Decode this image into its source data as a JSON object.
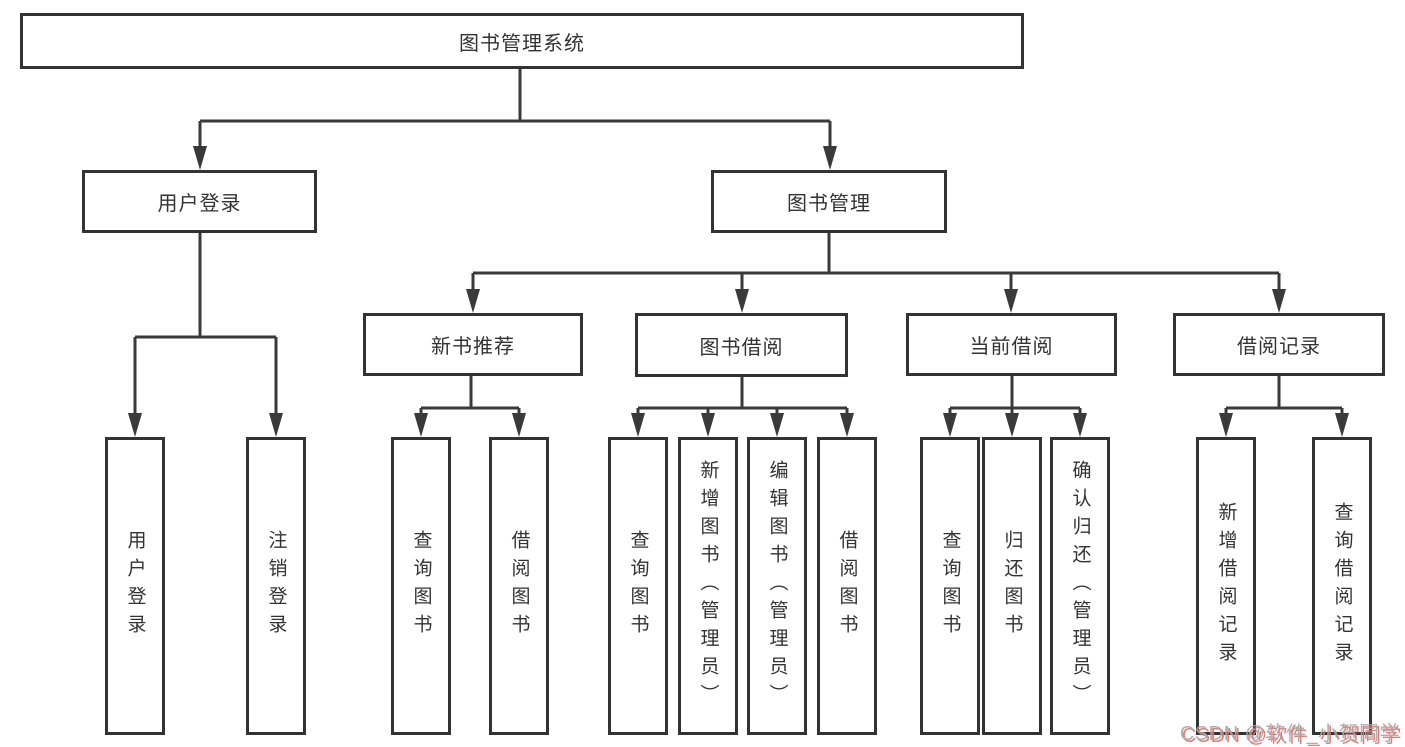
{
  "diagram": {
    "root": {
      "label": "图书管理系统"
    },
    "branches": [
      {
        "label": "用户登录"
      },
      {
        "label": "图书管理"
      }
    ],
    "modules": [
      {
        "label": "新书推荐"
      },
      {
        "label": "图书借阅"
      },
      {
        "label": "当前借阅"
      },
      {
        "label": "借阅记录"
      }
    ],
    "leaves": [
      {
        "label": "用户登录"
      },
      {
        "label": "注销登录"
      },
      {
        "label": "查询图书"
      },
      {
        "label": "借阅图书"
      },
      {
        "label": "查询图书"
      },
      {
        "label": "新增图书（管理员）"
      },
      {
        "label": "编辑图书（管理员）"
      },
      {
        "label": "借阅图书"
      },
      {
        "label": "查询图书"
      },
      {
        "label": "归还图书"
      },
      {
        "label": "确认归还（管理员）"
      },
      {
        "label": "新增借阅记录"
      },
      {
        "label": "查询借阅记录"
      }
    ]
  },
  "watermark": {
    "text": "CSDN @软件_小贺同学"
  },
  "colors": {
    "line": "#3a3a3a",
    "border": "#333333",
    "fill": "#ffffff",
    "text": "#333333",
    "watermark": "#a8a8aa",
    "watermark_shadow": "#e4706a"
  }
}
